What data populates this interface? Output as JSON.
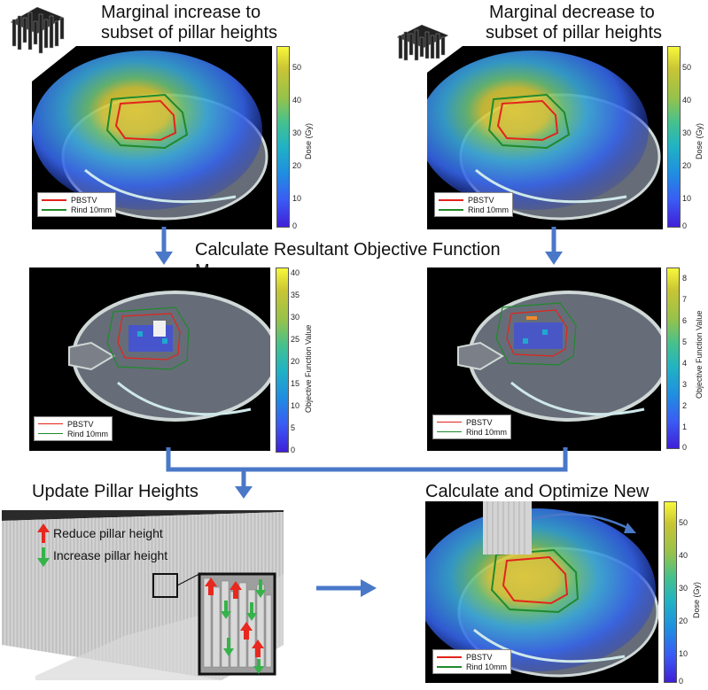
{
  "titles": {
    "top_left_line1": "Marginal increase to",
    "top_left_line2": "subset of pillar heights",
    "top_right_line1": "Marginal decrease to",
    "top_right_line2": "subset of pillar heights",
    "middle": "Calculate Resultant Objective Function",
    "middle_clipped": "M",
    "bottom_left": "Update Pillar Heights",
    "bottom_right": "Calculate and Optimize New"
  },
  "legend": {
    "item1": "PBSTV",
    "item2": "Rind 10mm",
    "color1": "#e3241b",
    "color2": "#1f8a2c"
  },
  "dose_colorbar": {
    "label": "Dose (Gy)",
    "ticks": [
      "50",
      "40",
      "30",
      "20",
      "10",
      "0"
    ]
  },
  "obj_colorbar_left": {
    "label": "Objective Function Value",
    "ticks": [
      "40",
      "35",
      "30",
      "25",
      "20",
      "15",
      "10",
      "5",
      "0"
    ]
  },
  "obj_colorbar_right": {
    "label": "Objective Function Value",
    "ticks": [
      "8",
      "7",
      "6",
      "5",
      "4",
      "3",
      "2",
      "1",
      "0"
    ]
  },
  "pillar_legend": {
    "reduce": "Reduce pillar height",
    "increase": "Increase pillar height",
    "reduce_color": "#e8281e",
    "increase_color": "#35b34a"
  },
  "arrow_color": "#4a78c8"
}
